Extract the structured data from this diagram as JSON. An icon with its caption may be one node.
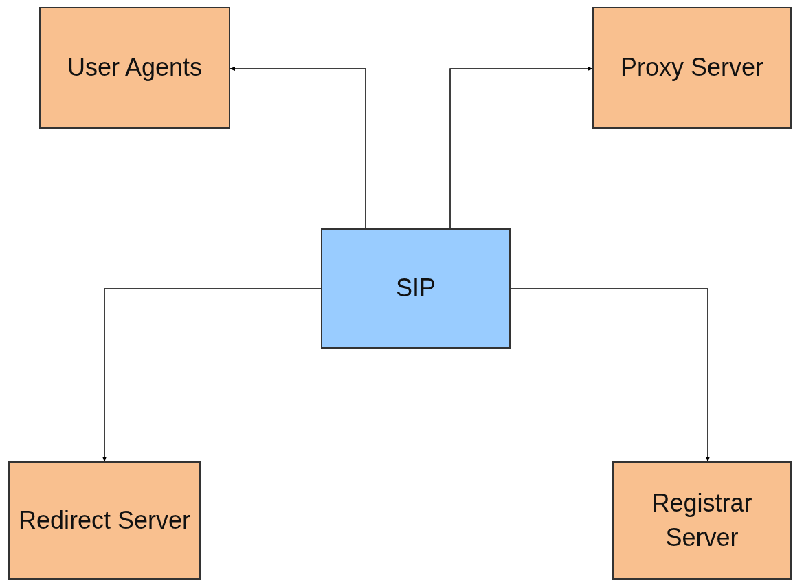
{
  "diagram": {
    "nodes": [
      {
        "text": [
          "User Agents"
        ]
      },
      {
        "text": [
          "Proxy Server"
        ]
      },
      {
        "text": [
          "SIP"
        ]
      },
      {
        "text": [
          "Redirect Server"
        ]
      },
      {
        "text": [
          "Registrar Server"
        ]
      }
    ],
    "edges": [
      {
        "from": 2,
        "to": 0,
        "arrow": "to"
      },
      {
        "from": 2,
        "to": 1,
        "arrow": "to"
      },
      {
        "from": 2,
        "to": 3,
        "arrow": "to"
      },
      {
        "from": 2,
        "to": 4,
        "arrow": "to"
      }
    ]
  }
}
